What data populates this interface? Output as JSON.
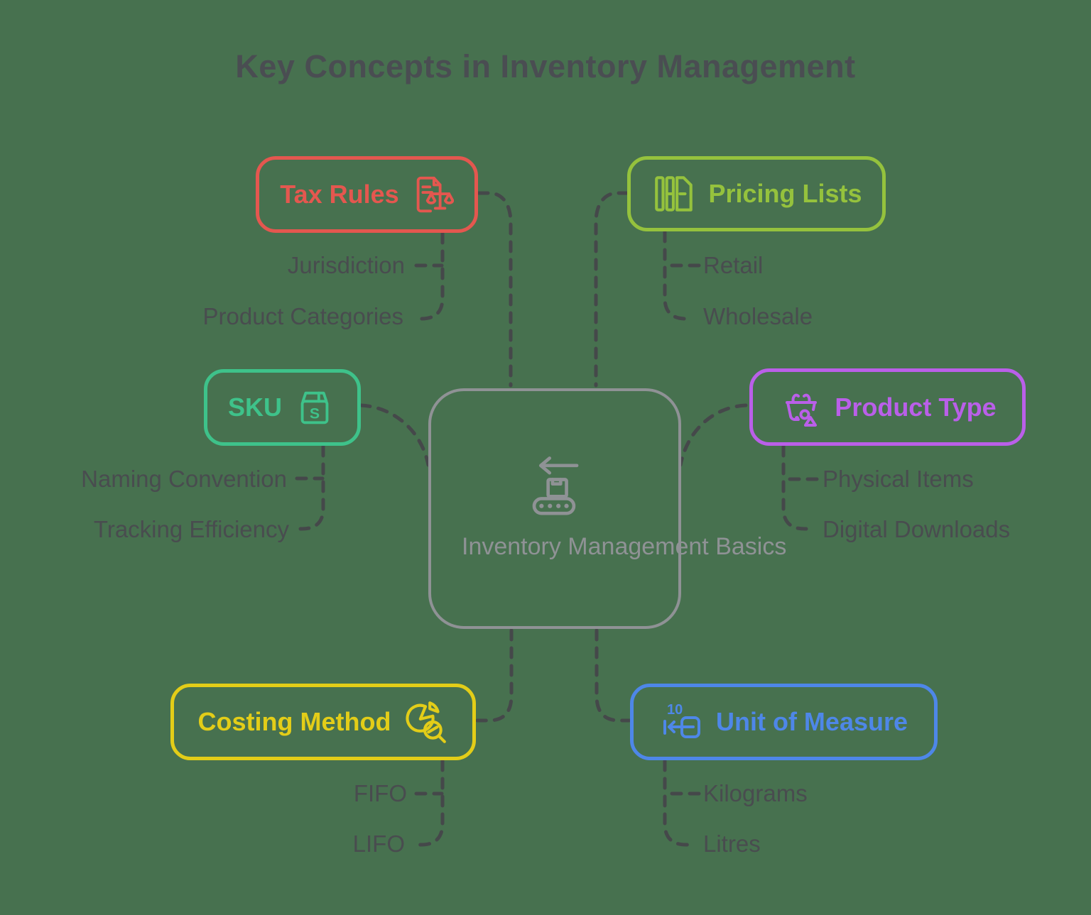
{
  "title": "Key Concepts in Inventory Management",
  "colors": {
    "background": "#47714f",
    "title_text": "#4a4d52",
    "label_text": "#494c4f",
    "connector": "#45484a",
    "center": "#8f9295"
  },
  "center": {
    "label": "Inventory Management Basics",
    "icon": "conveyor-belt-arrow-icon"
  },
  "branches": [
    {
      "label": "Tax Rules",
      "color": "#e4574f",
      "icon": "document-scales-icon",
      "children": [
        "Jurisdiction",
        "Product Categories"
      ]
    },
    {
      "label": "Pricing Lists",
      "color": "#95c23d",
      "icon": "price-list-icon",
      "children": [
        "Retail",
        "Wholesale"
      ]
    },
    {
      "label": "SKU",
      "color": "#3ec28a",
      "icon": "package-box-icon",
      "icon_text": "S",
      "children": [
        "Naming Convention",
        "Tracking Efficiency"
      ]
    },
    {
      "label": "Product Type",
      "color": "#ba5fe9",
      "icon": "shopping-basket-icon",
      "children": [
        "Physical Items",
        "Digital Downloads"
      ]
    },
    {
      "label": "Costing Method",
      "color": "#e3cd18",
      "icon": "pie-chart-magnifier-icon",
      "children": [
        "FIFO",
        "LIFO"
      ]
    },
    {
      "label": "Unit of Measure",
      "color": "#4e87e8",
      "icon": "measurement-arrow-icon",
      "icon_text": "10",
      "children": [
        "Kilograms",
        "Litres"
      ]
    }
  ]
}
